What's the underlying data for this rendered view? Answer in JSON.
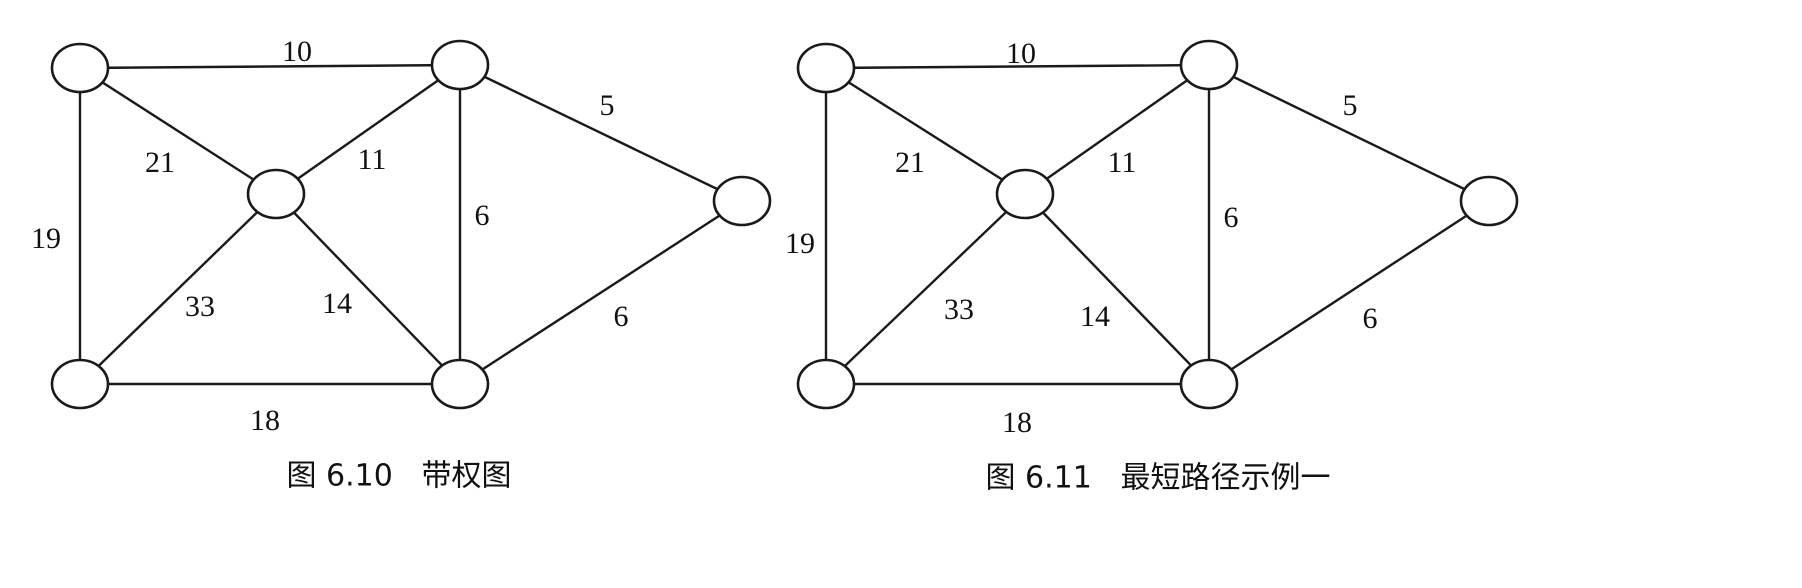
{
  "figures": [
    {
      "id": "fig-6-10",
      "caption": "图 6.10   带权图",
      "edges": [
        {
          "from": "top-left",
          "to": "top-middle",
          "weight": "10"
        },
        {
          "from": "top-middle",
          "to": "right",
          "weight": "5"
        },
        {
          "from": "top-left",
          "to": "center",
          "weight": "21"
        },
        {
          "from": "center",
          "to": "top-middle",
          "weight": "11"
        },
        {
          "from": "top-middle",
          "to": "bottom-middle",
          "weight": "6"
        },
        {
          "from": "top-left",
          "to": "bottom-left",
          "weight": "19"
        },
        {
          "from": "bottom-left",
          "to": "center",
          "weight": "33"
        },
        {
          "from": "center",
          "to": "bottom-middle",
          "weight": "14"
        },
        {
          "from": "bottom-middle",
          "to": "right",
          "weight": "6"
        },
        {
          "from": "bottom-left",
          "to": "bottom-middle",
          "weight": "18"
        }
      ]
    },
    {
      "id": "fig-6-11",
      "caption": "图 6.11   最短路径示例一",
      "edges": [
        {
          "from": "top-left",
          "to": "top-middle",
          "weight": "10"
        },
        {
          "from": "top-middle",
          "to": "right",
          "weight": "5"
        },
        {
          "from": "top-left",
          "to": "center",
          "weight": "21"
        },
        {
          "from": "center",
          "to": "top-middle",
          "weight": "11"
        },
        {
          "from": "top-middle",
          "to": "bottom-middle",
          "weight": "6"
        },
        {
          "from": "top-left",
          "to": "bottom-left",
          "weight": "19"
        },
        {
          "from": "bottom-left",
          "to": "center",
          "weight": "33"
        },
        {
          "from": "center",
          "to": "bottom-middle",
          "weight": "14"
        },
        {
          "from": "bottom-middle",
          "to": "right",
          "weight": "6"
        },
        {
          "from": "bottom-left",
          "to": "bottom-middle",
          "weight": "18"
        }
      ]
    }
  ]
}
